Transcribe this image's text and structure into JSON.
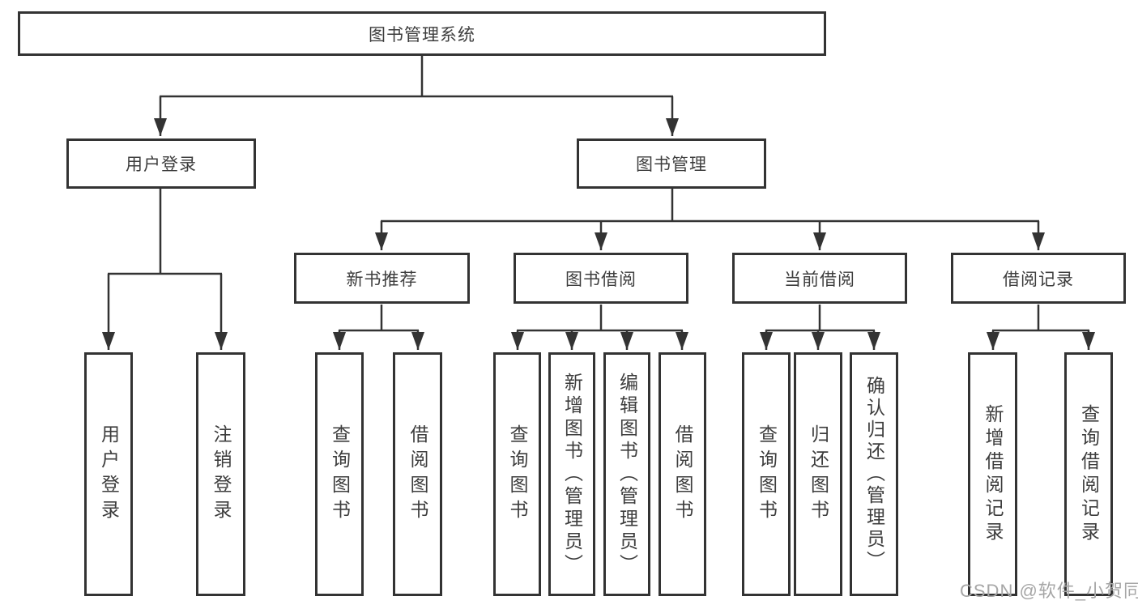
{
  "colors": {
    "line": "#333333",
    "border": "#333333",
    "text": "#3d3d3d",
    "background": "#ffffff",
    "watermark": "#a6a6a6"
  },
  "watermark": "CSDN @软件_小贺同学",
  "nodes": {
    "root": "图书管理系统",
    "user_login": "用户登录",
    "book_management": "图书管理",
    "new_book_recommend": "新书推荐",
    "book_borrowing": "图书借阅",
    "current_borrowing": "当前借阅",
    "borrowing_records": "借阅记录",
    "ul_user_login": "用户登录",
    "ul_logout": "注销登录",
    "nr_query_books": "查询图书",
    "nr_borrow_books": "借阅图书",
    "bb_query_books": "查询图书",
    "bb_add_books": "新增图书（管理员）",
    "bb_edit_books": "编辑图书（管理员）",
    "bb_borrow_books": "借阅图书",
    "cb_query_books": "查询图书",
    "cb_return_books": "归还图书",
    "cb_confirm_return": "确认归还（管理员）",
    "br_add_record": "新增借阅记录",
    "br_query_record": "查询借阅记录"
  }
}
